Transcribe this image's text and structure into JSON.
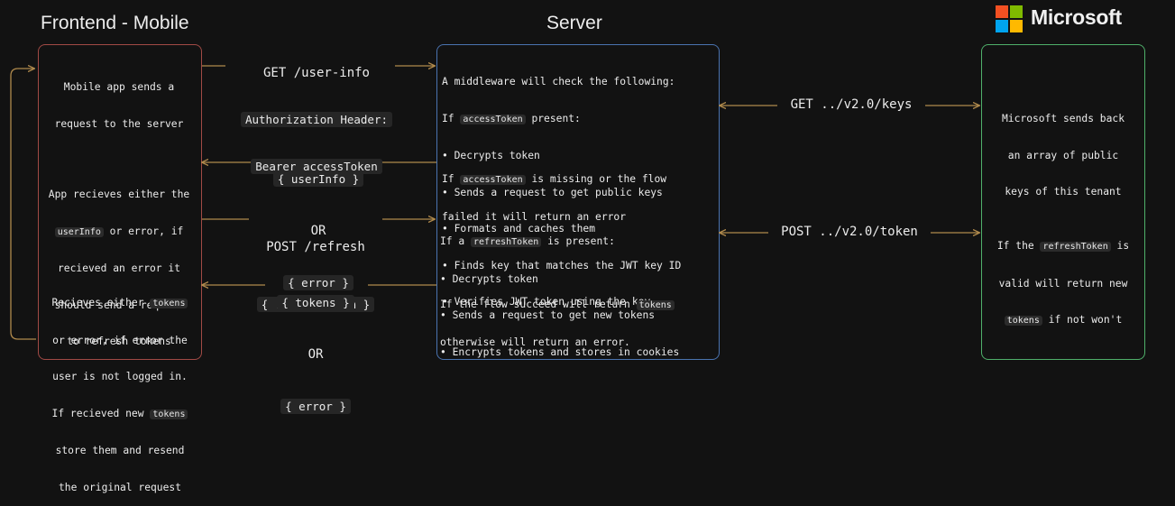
{
  "titles": {
    "frontend": "Frontend - Mobile",
    "server": "Server",
    "microsoft": "Microsoft"
  },
  "colors": {
    "frontend_border": "#a14a45",
    "server_border": "#4a73b0",
    "microsoft_border": "#4fb06a",
    "arrow": "#b08a4c",
    "ms_red": "#f25022",
    "ms_green": "#7fba00",
    "ms_blue": "#00a4ef",
    "ms_yellow": "#ffb900"
  },
  "frontend": {
    "box1": [
      "Mobile app sends a",
      "request to the server"
    ],
    "box2": {
      "l1": "App recieves either the",
      "l2_chip": "userInfo",
      "l2_rest": " or error, if",
      "l3": "recieved an error it",
      "l4": "should send a request",
      "l5": "to refresh tokens"
    },
    "box3": {
      "l1": "Recieves either ",
      "l1_chip": "tokens",
      "l2": "or error, if error the",
      "l3": "user is not logged in.",
      "l4": "If recieved new ",
      "l4_chip": "tokens",
      "l5": "store them and resend",
      "l6": "the original request"
    }
  },
  "server": {
    "s1": {
      "l1": "A middleware will check the following:",
      "l2_pre": "If ",
      "l2_chip": "accessToken",
      "l2_post": " present:",
      "bullets": [
        "• Decrypts token",
        "• Sends a request to get public keys",
        "• Formats and caches them",
        "• Finds key that matches the JWT key ID",
        "• Verifies JWT token using the key"
      ]
    },
    "s2": {
      "l1_pre": "If ",
      "l1_chip": "accessToken",
      "l1_post": " is missing or the flow",
      "l2": "failed it will return an error"
    },
    "s3": {
      "l1_pre": "If a ",
      "l1_chip": "refreshToken",
      "l1_post": " is present:",
      "bullets": [
        "• Decrypts token",
        "• Sends a request to get new tokens",
        "• Encrypts tokens and stores in cookies"
      ]
    },
    "s4": {
      "l1_pre": "If the flow succeed will return ",
      "l1_chip": "tokens",
      "l2": "otherwise will return an error."
    }
  },
  "microsoft": {
    "m1": [
      "Microsoft sends back",
      "an array of public",
      "keys of this tenant"
    ],
    "m2": {
      "l1_pre": "If the ",
      "l1_chip": "refreshToken",
      "l1_post": " is",
      "l2": "valid will return new",
      "l3_chip": "tokens",
      "l3_post": " if not won't"
    }
  },
  "arrow_labels": {
    "get_user_info": "GET /user-info",
    "auth_header": "Authorization Header:",
    "bearer": "Bearer accessToken",
    "user_info": "{ userInfo }",
    "or1": "OR",
    "error1": "{ error }",
    "post_refresh": "POST /refresh",
    "refresh_token": "{ refreshToken }",
    "tokens": "{ tokens }",
    "or2": "OR",
    "error2": "{ error }",
    "get_keys": "GET ../v2.0/keys",
    "post_token": "POST ../v2.0/token"
  }
}
